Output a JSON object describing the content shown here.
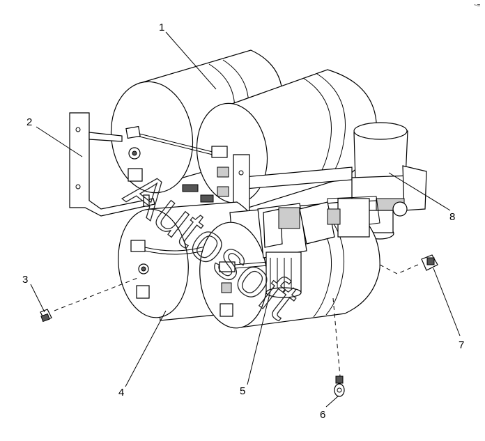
{
  "corner_mark": "~=",
  "watermark": "Autosoft",
  "callouts": [
    {
      "id": "1",
      "label": "1"
    },
    {
      "id": "2",
      "label": "2"
    },
    {
      "id": "3",
      "label": "3"
    },
    {
      "id": "4",
      "label": "4"
    },
    {
      "id": "5",
      "label": "5"
    },
    {
      "id": "6",
      "label": "6"
    },
    {
      "id": "7",
      "label": "7"
    },
    {
      "id": "8",
      "label": "8"
    }
  ]
}
